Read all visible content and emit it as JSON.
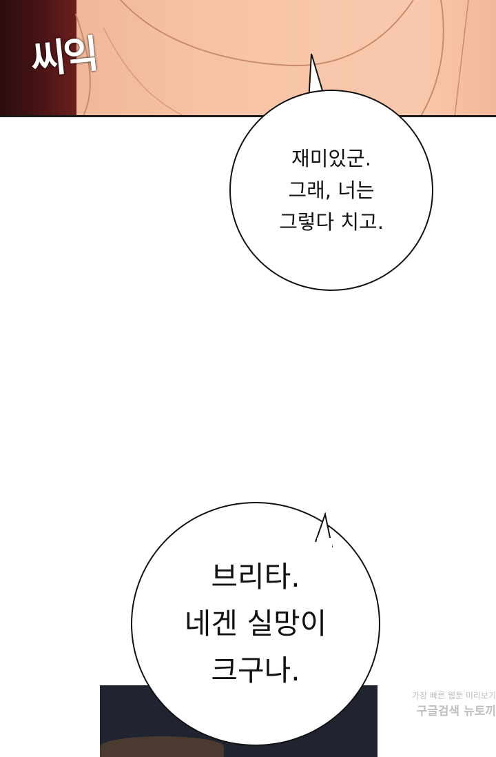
{
  "panel_top": {
    "sound_effect": "씨익"
  },
  "bubble_1": {
    "lines": [
      "재미있군.",
      "그래, 너는",
      "그렇다 치고."
    ]
  },
  "bubble_2": {
    "lines": [
      "브리타.",
      "네겐 실망이",
      "크구나."
    ]
  },
  "watermark": {
    "line1": "가장 빠른 웹툰 미리보기",
    "line2": "구글검색 뉴토끼"
  },
  "colors": {
    "bubble_fill": "#ffffff",
    "bubble_stroke": "#111111",
    "skin": "#f6c2a5",
    "dark_bg": "#2a0d0e"
  }
}
